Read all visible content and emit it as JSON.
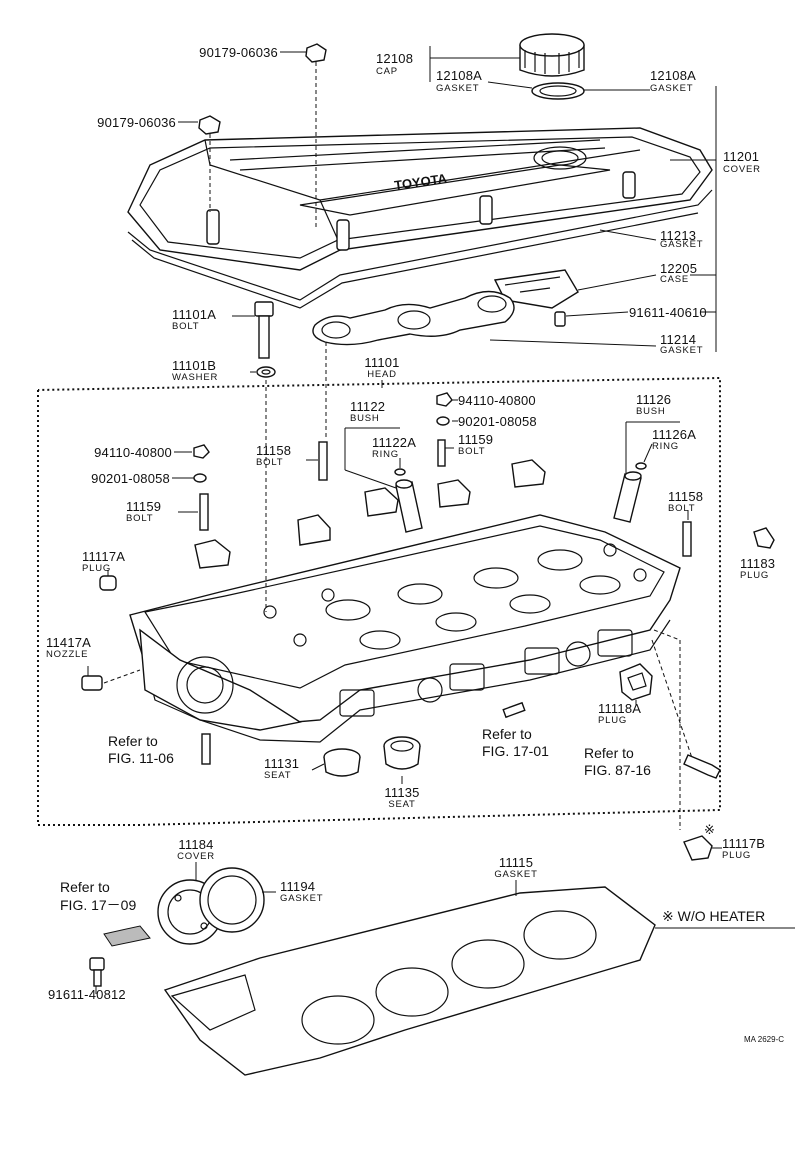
{
  "labels": {
    "p90179_a": "90179-06036",
    "p90179_b": "90179-06036",
    "p12108": "12108",
    "cap": "CAP",
    "p12108A_l": "12108A",
    "gasket_12108A_l": "GASKET",
    "p12108A_r": "12108A",
    "gasket_12108A_r": "GASKET",
    "p11201": "11201",
    "cover_11201": "COVER",
    "p11213": "11213",
    "gasket_11213": "GASKET",
    "p12205": "12205",
    "case_12205": "CASE",
    "p91611_40610": "91611-40610",
    "p11214": "11214",
    "gasket_11214": "GASKET",
    "p11101A": "11101A",
    "bolt_11101A": "BOLT",
    "p11101B": "11101B",
    "washer_11101B": "WASHER",
    "p11101": "11101",
    "head_11101": "HEAD",
    "p94110_r": "94110-40800",
    "p90201_r": "90201-08058",
    "p11122": "11122",
    "bush_11122": "BUSH",
    "p11122A": "11122A",
    "ring_11122A": "RING",
    "p11159_r": "11159",
    "bolt_11159_r": "BOLT",
    "p11126": "11126",
    "bush_11126": "BUSH",
    "p11126A": "11126A",
    "ring_11126A": "RING",
    "p94110_l": "94110-40800",
    "p11158_l": "11158",
    "bolt_11158_l": "BOLT",
    "p90201_l": "90201-08058",
    "p11159_l": "11159",
    "bolt_11159_l": "BOLT",
    "p11158_r": "11158",
    "bolt_11158_r": "BOLT",
    "p11183": "11183",
    "plug_11183": "PLUG",
    "p11117A": "11117A",
    "plug_11117A": "PLUG",
    "p11417A": "11417A",
    "nozzle_11417A": "NOZZLE",
    "p11118A": "11118A",
    "plug_11118A": "PLUG",
    "refer_1": "Refer to",
    "fig_11_06": "FIG. 11-06",
    "refer_2": "Refer to",
    "fig_17_01": "FIG. 17-01",
    "refer_3": "Refer to",
    "fig_87_16": "FIG. 87-16",
    "p11131": "11131",
    "seat_11131": "SEAT",
    "p11135": "11135",
    "seat_11135": "SEAT",
    "mark_11117B": "※",
    "p11117B": "11117B",
    "plug_11117B": "PLUG",
    "p11184": "11184",
    "cover_11184": "COVER",
    "p11194": "11194",
    "gasket_11194": "GASKET",
    "p11115": "11115",
    "gasket_11115": "GASKET",
    "refer_4": "Refer to",
    "fig_17_09": "FIG. 17－09",
    "wo_heater": "※ W/O HEATER",
    "p91611_40812": "91611-40812",
    "code": "MA 2629-C"
  }
}
